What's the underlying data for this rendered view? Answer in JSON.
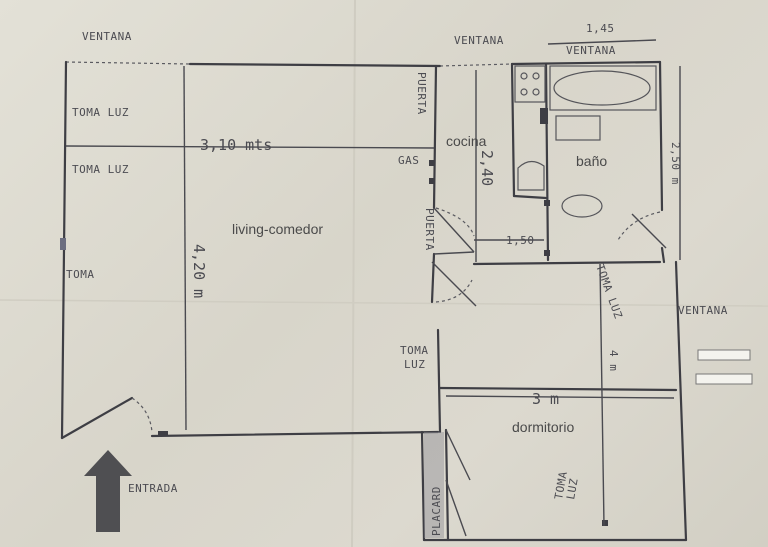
{
  "labels": {
    "ventana_top_left": "VENTANA",
    "ventana_top_mid": "VENTANA",
    "ventana_top_right": "VENTANA",
    "ventana_right": "VENTANA",
    "toma_luz_1": "TOMA LUZ",
    "toma_luz_2": "TOMA LUZ",
    "toma_left": "TOMA",
    "puerta_upper": "PUERTA",
    "puerta_lower": "PUERTA",
    "gas": "GAS",
    "toma_luz_hall_1": "TOMA",
    "toma_luz_hall_2": "LUZ",
    "toma_luz_vertical": "TOMA LUZ",
    "toma_luz_bottom_1": "TOMA",
    "toma_luz_bottom_2": "LUZ",
    "placard": "PLACARD",
    "entrada": "ENTRADA"
  },
  "rooms": {
    "living": "living-comedor",
    "cocina": "cocina",
    "bano": "baño",
    "dormitorio": "dormitorio"
  },
  "dimensions": {
    "living_width": "3,10 mts",
    "living_height": "4,20 m",
    "cocina_height": "2,40",
    "cocina_width": "1,50",
    "bano_width": "1,45",
    "bano_height": "2,50 m",
    "dormitorio_width": "3 m",
    "dormitorio_height": "4 m"
  }
}
